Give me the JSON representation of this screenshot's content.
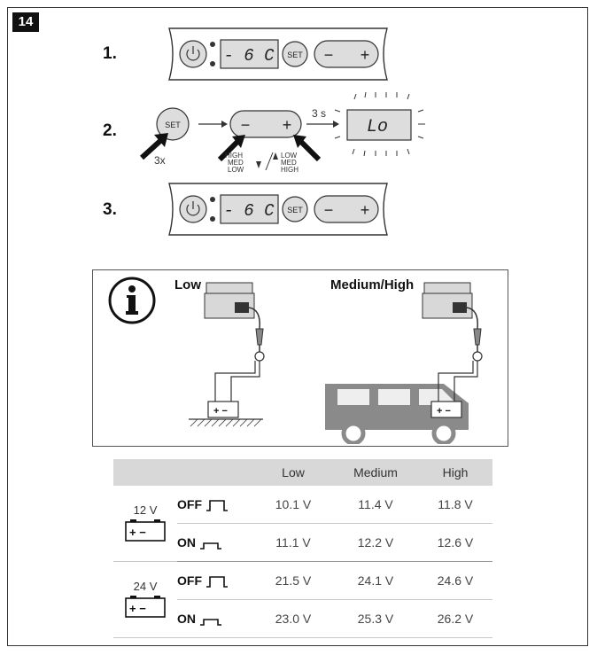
{
  "figure_number": "14",
  "steps": [
    {
      "number": "1.",
      "display": "- 6 C",
      "set_label": "SET",
      "minus": "−",
      "plus": "+"
    },
    {
      "number": "2.",
      "set_label": "SET",
      "repeat": "3x",
      "minus": "−",
      "plus": "+",
      "hold": "3 s",
      "display": "Lo",
      "down_order": [
        "HIGH",
        "MED",
        "LOW"
      ],
      "up_order": [
        "LOW",
        "MED",
        "HIGH"
      ]
    },
    {
      "number": "3.",
      "display": "- 6 C",
      "set_label": "SET",
      "minus": "−",
      "plus": "+"
    }
  ],
  "info": {
    "icon": "info-icon",
    "low_label": "Low",
    "medhigh_label": "Medium/High",
    "terminals": "+ −"
  },
  "table": {
    "headers": [
      "",
      "",
      "Low",
      "Medium",
      "High"
    ],
    "groups": [
      {
        "voltage": "12 V",
        "rows": [
          {
            "state": "OFF",
            "low": "10.1 V",
            "medium": "11.4 V",
            "high": "11.8 V"
          },
          {
            "state": "ON",
            "low": "11.1 V",
            "medium": "12.2 V",
            "high": "12.6 V"
          }
        ]
      },
      {
        "voltage": "24 V",
        "rows": [
          {
            "state": "OFF",
            "low": "21.5 V",
            "medium": "24.1 V",
            "high": "24.6 V"
          },
          {
            "state": "ON",
            "low": "23.0 V",
            "medium": "25.3 V",
            "high": "26.2 V"
          }
        ]
      }
    ]
  }
}
